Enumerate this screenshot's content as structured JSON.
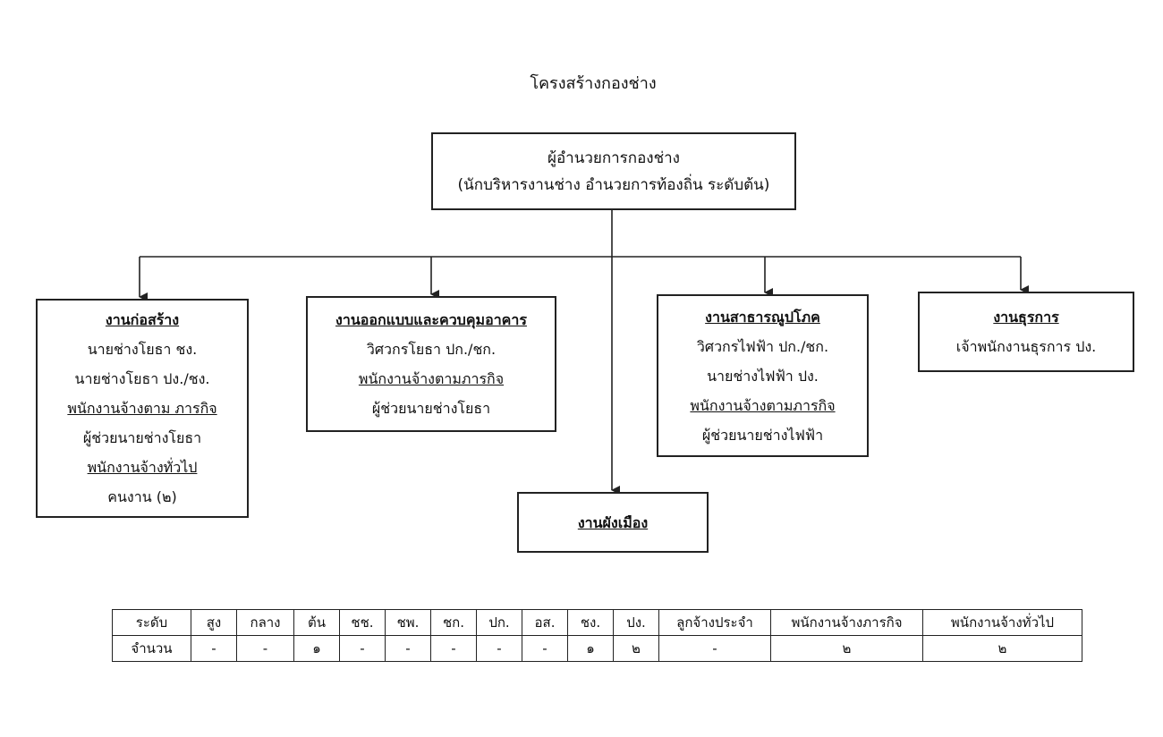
{
  "title": "โครงสร้างกองช่าง",
  "director": {
    "line1": "ผู้อำนวยการกองช่าง",
    "line2": "(นักบริหารงานช่าง อำนวยการท้องถิ่น ระดับต้น)"
  },
  "construction": {
    "heading": "งานก่อสร้าง",
    "line1": "นายช่างโยธา ชง.",
    "line2": "นายช่างโยธา ปง./ชง.",
    "sub1": "พนักงานจ้างตาม ภารกิจ",
    "line3": "ผู้ช่วยนายช่างโยธา",
    "sub2": "พนักงานจ้างทั่วไป",
    "line4": "คนงาน (๒)"
  },
  "design": {
    "heading": "งานออกแบบและควบคุมอาคาร",
    "line1": "วิศวกรโยธา ปก./ชก.",
    "sub1": "พนักงานจ้างตามภารกิจ",
    "line2": "ผู้ช่วยนายช่างโยธา"
  },
  "utilities": {
    "heading": "งานสาธารณูปโภค",
    "line1": "วิศวกรไฟฟ้า ปก./ชก.",
    "line2": "นายช่างไฟฟ้า ปง.",
    "sub1": "พนักงานจ้างตามภารกิจ",
    "line3": "ผู้ช่วยนายช่างไฟฟ้า"
  },
  "admin": {
    "heading": "งานธุรการ",
    "line1": "เจ้าพนักงานธุรการ ปง."
  },
  "planning": {
    "heading": "งานผังเมือง"
  },
  "table": {
    "row_labels": [
      "ระดับ",
      "จำนวน"
    ],
    "headers": [
      "สูง",
      "กลาง",
      "ต้น",
      "ชช.",
      "ชพ.",
      "ชก.",
      "ปก.",
      "อส.",
      "ชง.",
      "ปง.",
      "ลูกจ้างประจำ",
      "พนักงานจ้างภารกิจ",
      "พนักงานจ้างทั่วไป"
    ],
    "values": [
      "-",
      "-",
      "๑",
      "-",
      "-",
      "-",
      "-",
      "-",
      "๑",
      "๒",
      "-",
      "๒",
      "๒"
    ]
  }
}
